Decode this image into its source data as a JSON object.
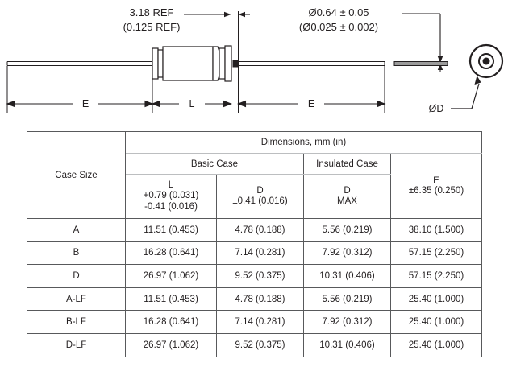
{
  "drawing": {
    "callouts": {
      "body_length_ref_mm": "3.18 REF",
      "body_length_ref_in": "(0.125 REF)",
      "lead_dia_mm": "Ø0.64 ± 0.05",
      "lead_dia_in": "(Ø0.025 ± 0.002)",
      "end_view_label": "ØD"
    },
    "dimension_labels": {
      "lead_left": "E",
      "body": "L",
      "lead_right": "E"
    },
    "part": "axial-leaded-diode",
    "line_color": "#000000"
  },
  "table": {
    "header": {
      "case_size": "Case Size",
      "dimensions": "Dimensions, mm (in)",
      "basic_case": "Basic Case",
      "insulated_case": "Insulated Case",
      "sub": {
        "basic_l_name": "L",
        "basic_l_tol_plus": "+0.79 (0.031)",
        "basic_l_tol_minus": "-0.41 (0.016)",
        "basic_d_name": "D",
        "basic_d_tol": "±0.41 (0.016)",
        "ins_d_name": "D",
        "ins_d_qual": "MAX",
        "e_name": "E",
        "e_tol": "±6.35 (0.250)"
      }
    },
    "columns": [
      "Case Size",
      "L",
      "D",
      "D",
      "E"
    ],
    "rows": [
      {
        "case_size": "A",
        "basic_l": "11.51 (0.453)",
        "basic_d": "4.78 (0.188)",
        "ins_d": "5.56 (0.219)",
        "e": "38.10 (1.500)"
      },
      {
        "case_size": "B",
        "basic_l": "16.28 (0.641)",
        "basic_d": "7.14 (0.281)",
        "ins_d": "7.92 (0.312)",
        "e": "57.15 (2.250)"
      },
      {
        "case_size": "D",
        "basic_l": "26.97 (1.062)",
        "basic_d": "9.52 (0.375)",
        "ins_d": "10.31 (0.406)",
        "e": "57.15 (2.250)"
      },
      {
        "case_size": "A-LF",
        "basic_l": "11.51 (0.453)",
        "basic_d": "4.78 (0.188)",
        "ins_d": "5.56 (0.219)",
        "e": "25.40 (1.000)"
      },
      {
        "case_size": "B-LF",
        "basic_l": "16.28 (0.641)",
        "basic_d": "7.14 (0.281)",
        "ins_d": "7.92 (0.312)",
        "e": "25.40 (1.000)"
      },
      {
        "case_size": "D-LF",
        "basic_l": "26.97 (1.062)",
        "basic_d": "9.52 (0.375)",
        "ins_d": "10.31 (0.406)",
        "e": "25.40 (1.000)"
      }
    ],
    "border_color": "#58595b",
    "text_color": "#231f20"
  }
}
